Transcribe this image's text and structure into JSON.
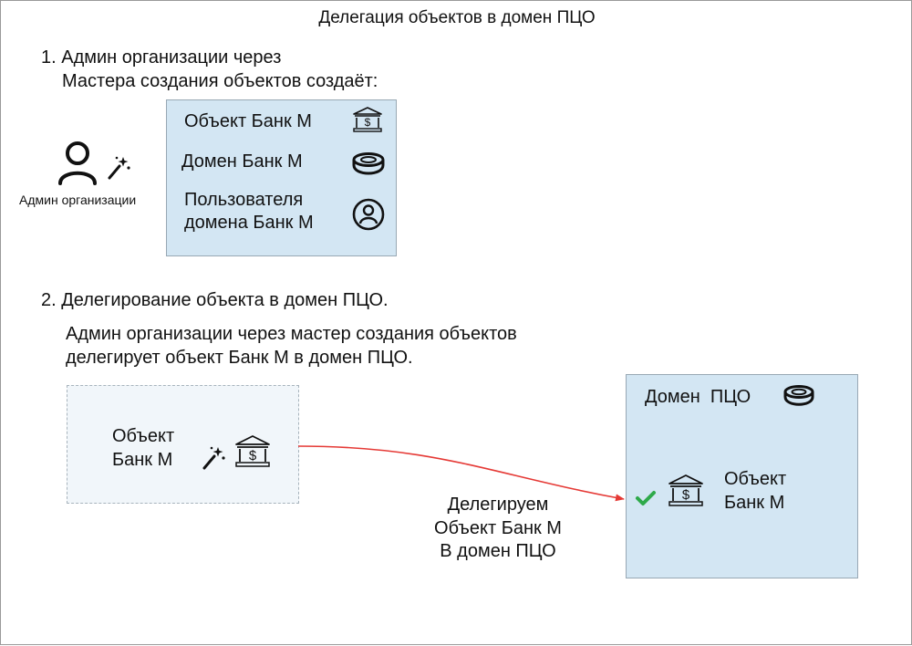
{
  "title": "Делегация объектов в домен ПЦО",
  "step1": {
    "line1": "1. Админ организации через",
    "line2": "Мастера создания объектов создаёт:",
    "actor_label": "Админ организации",
    "items": [
      {
        "label": "Объект Банк М",
        "icon": "bank-icon"
      },
      {
        "label": "Домен Банк М",
        "icon": "domain-ring-icon"
      },
      {
        "label_line1": "Пользователя",
        "label_line2": "домена Банк М",
        "icon": "user-circle-icon"
      }
    ]
  },
  "step2": {
    "heading": "2. Делегирование объекта в домен ПЦО.",
    "desc_line1": "Админ организации через мастер создания объектов",
    "desc_line2": "делегирует объект Банк М в домен ПЦО.",
    "source": {
      "line1": "Объект",
      "line2": "Банк М"
    },
    "arrow_label": {
      "line1": "Делегируем",
      "line2": "Объект Банк М",
      "line3": "В домен ПЦО"
    },
    "target": {
      "title": "Домен  ПЦО",
      "object_line1": "Объект",
      "object_line2": "Банк М"
    }
  },
  "colors": {
    "box_fill": "#d3e6f3",
    "arrow": "#e53935",
    "check": "#2eaa4a"
  }
}
